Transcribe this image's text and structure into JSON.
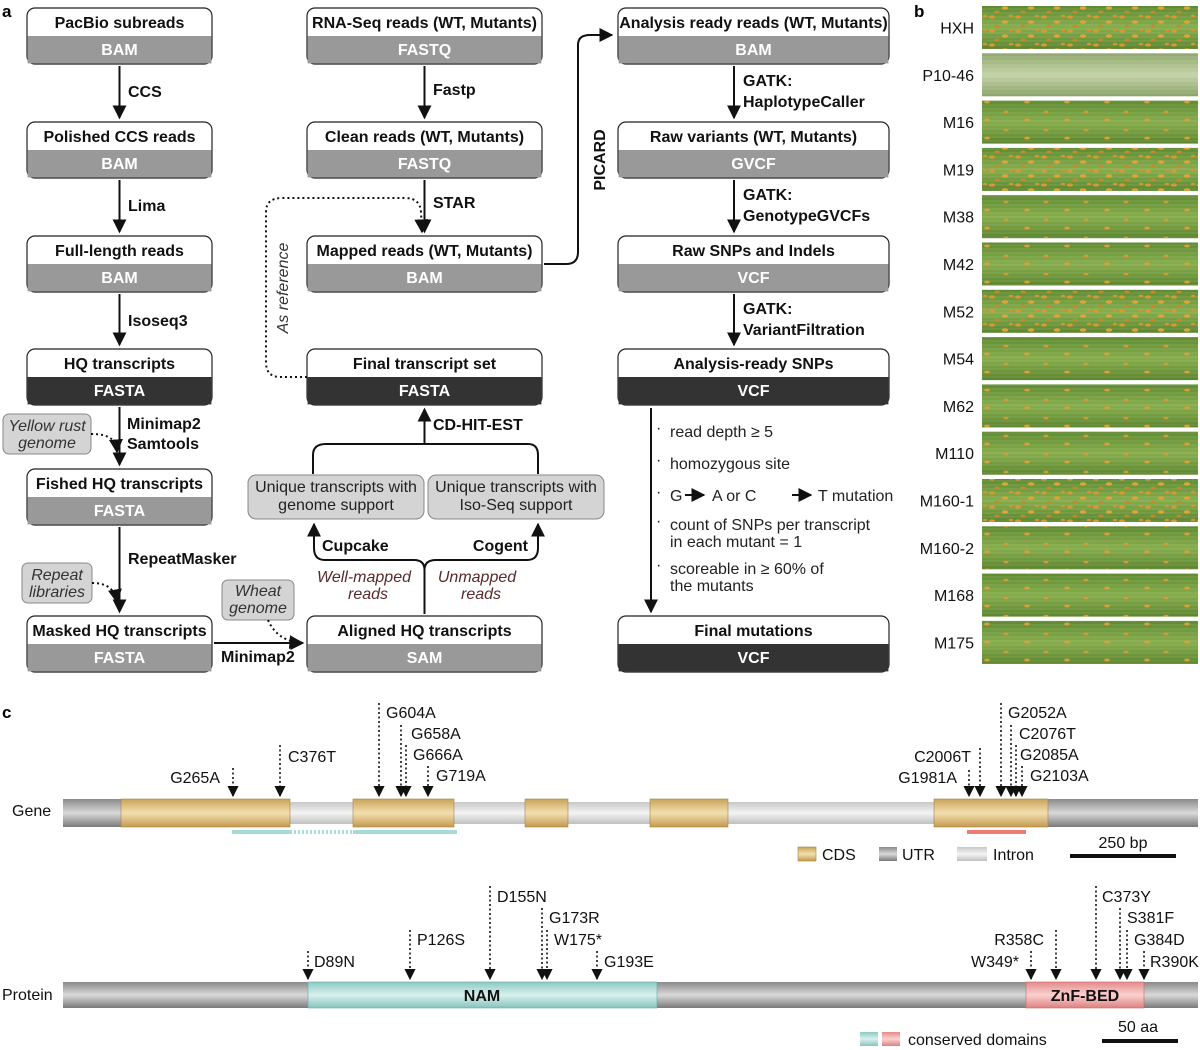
{
  "panels": {
    "a": "a",
    "b": "b",
    "c": "c"
  },
  "col1": [
    {
      "title": "PacBio subreads",
      "format": "BAM"
    },
    {
      "title": "Polished CCS reads",
      "format": "BAM"
    },
    {
      "title": "Full-length reads",
      "format": "BAM"
    },
    {
      "title": "HQ transcripts",
      "format": "FASTA"
    },
    {
      "title": "Fished HQ transcripts",
      "format": "FASTA"
    },
    {
      "title": "Masked HQ transcripts",
      "format": "FASTA"
    }
  ],
  "col1_tools": [
    "CCS",
    "Lima",
    "Isoseq3",
    "Minimap2",
    "Samtools",
    "RepeatMasker"
  ],
  "col1_side": {
    "yellow_rust_l1": "Yellow rust",
    "yellow_rust_l2": "genome",
    "repeat_l1": "Repeat",
    "repeat_l2": "libraries"
  },
  "col2": [
    {
      "title": "RNA-Seq reads (WT, Mutants)",
      "format": "FASTQ"
    },
    {
      "title": "Clean reads (WT, Mutants)",
      "format": "FASTQ"
    },
    {
      "title": "Mapped reads (WT, Mutants)",
      "format": "BAM"
    },
    {
      "title": "Final transcript set",
      "format": "FASTA"
    },
    {
      "title": "Aligned HQ transcripts",
      "format": "SAM"
    }
  ],
  "col2_tools": [
    "Fastp",
    "STAR",
    "CD-HIT-EST",
    "Cupcake",
    "Cogent",
    "Minimap2"
  ],
  "col2_side": {
    "as_reference": "As reference",
    "wheat_l1": "Wheat",
    "wheat_l2": "genome",
    "unique_genome_l1": "Unique transcripts with",
    "unique_genome_l2": "genome support",
    "unique_iso_l1": "Unique transcripts with",
    "unique_iso_l2": "Iso-Seq support",
    "well_l1": "Well-mapped",
    "well_l2": "reads",
    "unmapped_l1": "Unmapped",
    "unmapped_l2": "reads",
    "picard": "PICARD"
  },
  "col3": [
    {
      "title": "Analysis ready reads (WT, Mutants)",
      "format": "BAM"
    },
    {
      "title": "Raw variants (WT, Mutants)",
      "format": "GVCF"
    },
    {
      "title": "Raw SNPs and Indels",
      "format": "VCF"
    },
    {
      "title": "Analysis-ready SNPs",
      "format": "VCF"
    },
    {
      "title": "Final mutations",
      "format": "VCF"
    }
  ],
  "col3_tools": [
    {
      "l1": "GATK:",
      "l2": "HaplotypeCaller"
    },
    {
      "l1": "GATK:",
      "l2": "GenotypeGVCFs"
    },
    {
      "l1": "GATK:",
      "l2": "VariantFiltration"
    }
  ],
  "criteria": [
    "read depth ≥ 5",
    "homozygous site",
    "G",
    "A or C",
    "T mutation",
    "count of SNPs per transcript",
    "in each mutant = 1",
    "scoreable in ≥ 60% of",
    "the mutants"
  ],
  "lines": [
    "HXH",
    "P10-46",
    "M16",
    "M19",
    "M38",
    "M42",
    "M52",
    "M54",
    "M62",
    "M110",
    "M160-1",
    "M160-2",
    "M168",
    "M175"
  ],
  "gene": {
    "label": "Gene",
    "mutations": [
      "G265A",
      "C376T",
      "G604A",
      "G658A",
      "G666A",
      "G719A",
      "C2006T",
      "G1981A",
      "G2052A",
      "C2076T",
      "G2085A",
      "G2103A"
    ],
    "legend": {
      "cds": "CDS",
      "utr": "UTR",
      "intron": "Intron",
      "scale": "250 bp"
    }
  },
  "protein": {
    "label": "Protein",
    "domains": [
      "NAM",
      "ZnF-BED"
    ],
    "mutations": [
      "D89N",
      "P126S",
      "D155N",
      "G173R",
      "W175*",
      "G193E",
      "R358C",
      "W349*",
      "C373Y",
      "S381F",
      "G384D",
      "R390K"
    ],
    "legend": {
      "conserved": "conserved domains",
      "scale": "50 aa"
    }
  },
  "colors": {
    "cds": "#e6c67e",
    "utr": "#9a9a9a",
    "intron": "#e4e4e4",
    "nam": "#bfe3df",
    "znf": "#f2a8a8",
    "format_grey": "#999999",
    "format_dark": "#333333",
    "leaf_green": "#6f9a3c",
    "rust": "#d89a30"
  }
}
